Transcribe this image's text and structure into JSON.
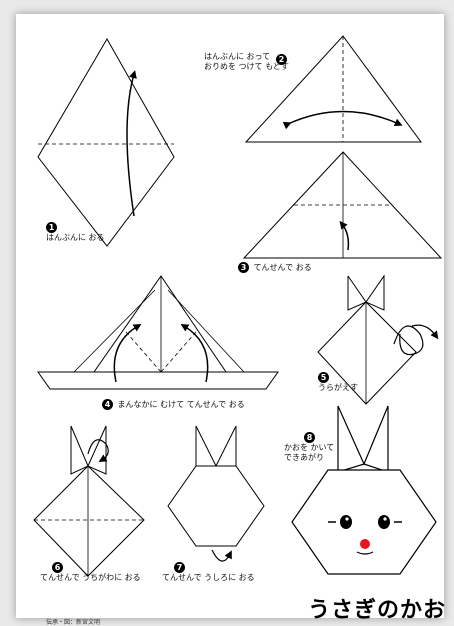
{
  "title": "うさぎのかお",
  "credit": "伝承・図：新宮文明",
  "steps": [
    {
      "num": "1",
      "text": "はんぶんに おる"
    },
    {
      "num": "2",
      "text": "はんぶんに おって",
      "text2": "おりめを つけて もどす"
    },
    {
      "num": "3",
      "text": "てんせんで おる"
    },
    {
      "num": "4",
      "text": "まんなかに むけて てんせんで おる"
    },
    {
      "num": "5",
      "text": "うらがえす"
    },
    {
      "num": "6",
      "text": "てんせんで うちがわに おる"
    },
    {
      "num": "7",
      "text": "てんせんで うしろに おる"
    },
    {
      "num": "8",
      "text": "かおを かいて",
      "text2": "できあがり"
    }
  ],
  "colors": {
    "line": "#000000",
    "nose": "#e8141e",
    "paper": "#ffffff"
  }
}
